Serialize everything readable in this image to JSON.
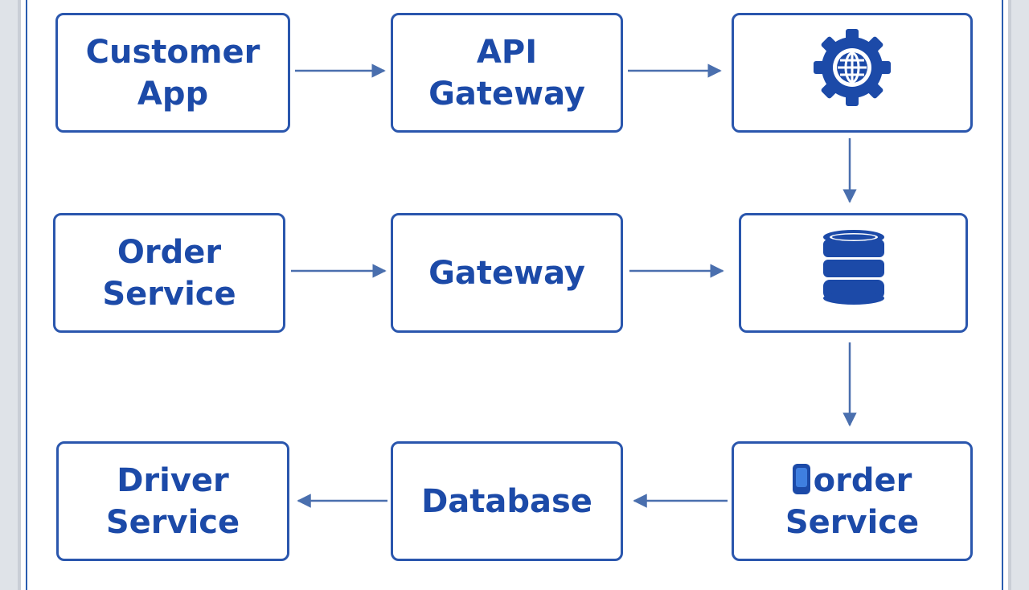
{
  "diagram": {
    "nodes": {
      "customer_app": [
        "Customer",
        "App"
      ],
      "api_gateway": [
        "API",
        "Gateway"
      ],
      "order_service_left": [
        "Order",
        "Service"
      ],
      "gateway": [
        "Gateway"
      ],
      "driver_service": [
        "Driver",
        "Service"
      ],
      "database": [
        "Database"
      ],
      "order_service_right": [
        "order",
        "Service"
      ]
    },
    "icons": {
      "top_right": "gear-globe-icon",
      "middle_right": "database-icon",
      "bottom_right_prefix": "phone-icon"
    },
    "colors": {
      "primary": "#1c4aa8",
      "border": "#2a56ad",
      "arrow": "#4a6fae",
      "background": "#ffffff"
    }
  }
}
